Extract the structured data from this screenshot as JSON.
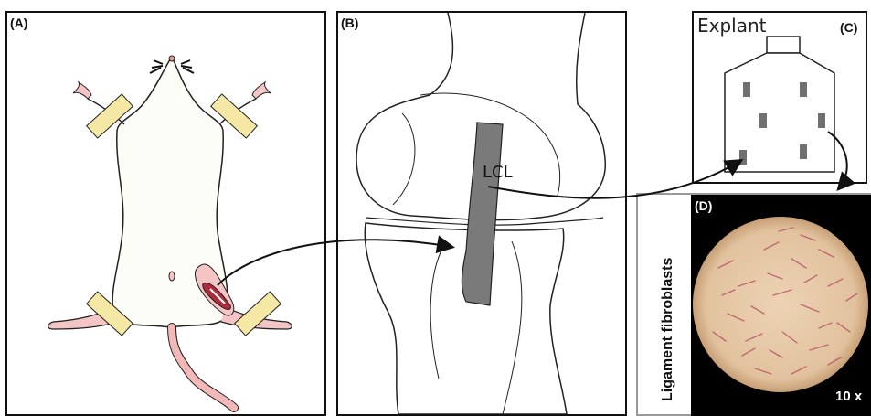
{
  "panels": {
    "a": {
      "label": "(A)"
    },
    "b": {
      "label": "(B)",
      "ligament_label": "LCL"
    },
    "c": {
      "label": "(C)",
      "title": "Explant"
    },
    "d": {
      "label": "(D)",
      "side_label": "Ligament fibroblasts",
      "magnification": "10 x"
    }
  },
  "colors": {
    "tape": "#f4e8a4",
    "skin": "#f5c4c4",
    "ligament": "#7a7a7a",
    "explant_piece": "#707070",
    "micrograph_bg": "#e9cfae",
    "cells": "#b85a6a"
  }
}
